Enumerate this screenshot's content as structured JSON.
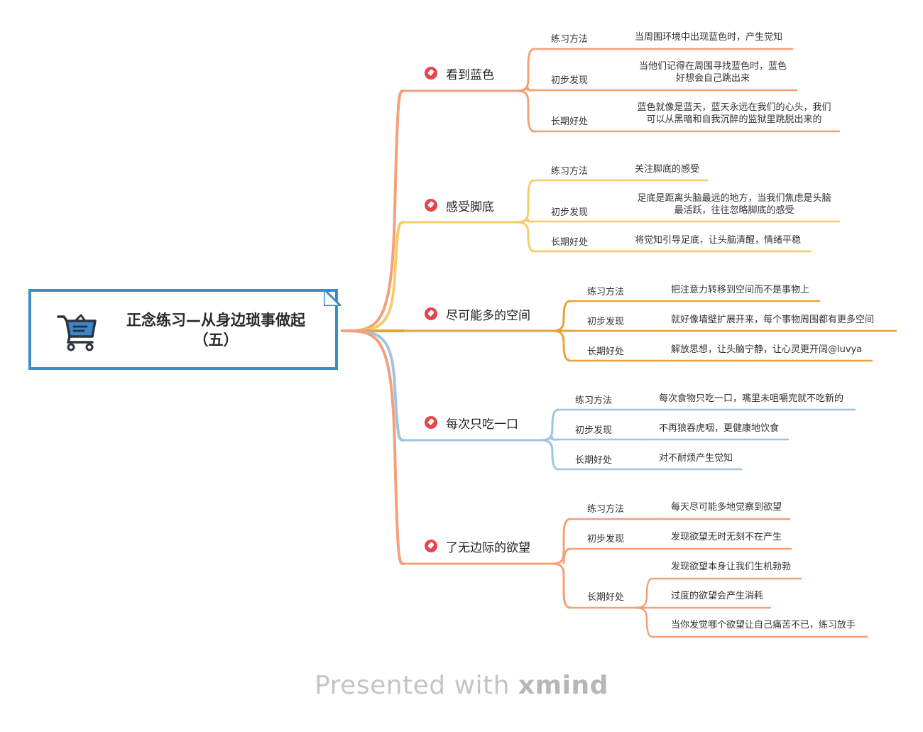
{
  "title": "正念练习—从身边琐事做起（五）",
  "title_line1": "正念练习—从身边琐事做起",
  "title_line2": "（五）",
  "icons": {
    "root": "shopping-cart-icon",
    "topic": "pin-icon"
  },
  "colors": {
    "root_border": "#3d8dc9",
    "cart": "#3b86c8",
    "pin": "#e2474c"
  },
  "branches": [
    {
      "topic": "看到蓝色",
      "color": "#f4a07a",
      "children": [
        {
          "label": "练习方法",
          "leaves": [
            "当周围环境中出现蓝色时，产生觉知"
          ]
        },
        {
          "label": "初步发现",
          "leaves": [
            "当他们记得在周围寻找蓝色时，蓝色\n好想会自己跳出来"
          ]
        },
        {
          "label": "长期好处",
          "leaves": [
            "蓝色就像是蓝天，蓝天永远在我们的心头，我们\n可以从黑暗和自我沉醉的监狱里跳脱出来的"
          ]
        }
      ]
    },
    {
      "topic": "感受脚底",
      "color": "#f4cd6a",
      "children": [
        {
          "label": "练习方法",
          "leaves": [
            "关注脚底的感受"
          ]
        },
        {
          "label": "初步发现",
          "leaves": [
            "足底是距离头脑最远的地方，当我们焦虑是头脑\n最活跃，往往忽略脚底的感受"
          ]
        },
        {
          "label": "长期好处",
          "leaves": [
            "将觉知引导足底，让头脑清醒，情绪平稳"
          ]
        }
      ]
    },
    {
      "topic": "尽可能多的空间",
      "color": "#e8a23c",
      "children": [
        {
          "label": "练习方法",
          "leaves": [
            "把注意力转移到空间而不是事物上"
          ]
        },
        {
          "label": "初步发现",
          "leaves": [
            "就好像墙壁扩展开来，每个事物周围都有更多空间"
          ]
        },
        {
          "label": "长期好处",
          "leaves": [
            "解放思想，让头脑宁静，让心灵更开阔@luvya"
          ]
        }
      ]
    },
    {
      "topic": "每次只吃一口",
      "color": "#9fc3e3",
      "children": [
        {
          "label": "练习方法",
          "leaves": [
            "每次食物只吃一口，嘴里未咀嚼完就不吃新的"
          ]
        },
        {
          "label": "初步发现",
          "leaves": [
            "不再狼吞虎咽，更健康地饮食"
          ]
        },
        {
          "label": "长期好处",
          "leaves": [
            "对不耐烦产生觉知"
          ]
        }
      ]
    },
    {
      "topic": "了无边际的欲望",
      "color": "#f4a07a",
      "children": [
        {
          "label": "练习方法",
          "leaves": [
            "每天尽可能多地觉察到欲望"
          ]
        },
        {
          "label": "初步发现",
          "leaves": [
            "发现欲望无时无刻不在产生"
          ]
        },
        {
          "label": "长期好处",
          "leaves": [
            "发现欲望本身让我们生机勃勃",
            "过度的欲望会产生消耗",
            "当你发觉哪个欲望让自己痛苦不已，练习放手"
          ]
        }
      ]
    }
  ],
  "footer": {
    "prefix": "Presented with ",
    "brand": "xmind"
  }
}
